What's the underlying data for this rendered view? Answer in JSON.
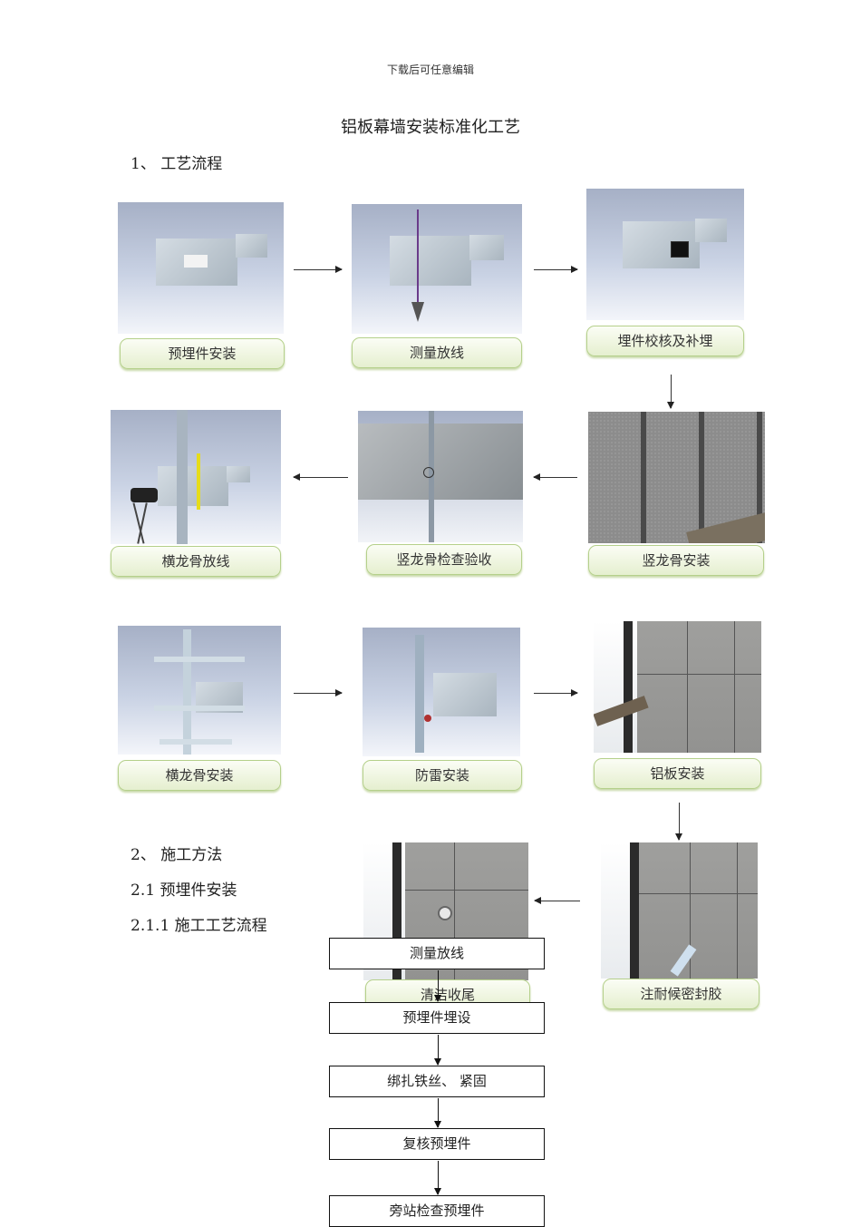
{
  "header": {
    "note": "下载后可任意编辑"
  },
  "title": "铝板幕墙安装标准化工艺",
  "sections": {
    "s1": "1、  工艺流程",
    "s2": "2、  施工方法",
    "s21": "2.1 预埋件安装",
    "s211": "2.1.1 施工工艺流程"
  },
  "process_steps": [
    {
      "label": "预埋件安装"
    },
    {
      "label": "测量放线"
    },
    {
      "label": "埋件校核及补埋"
    },
    {
      "label": "横龙骨放线"
    },
    {
      "label": "竖龙骨检查验收"
    },
    {
      "label": "竖龙骨安装"
    },
    {
      "label": "横龙骨安装"
    },
    {
      "label": "防雷安装"
    },
    {
      "label": "铝板安装"
    },
    {
      "label": "清洁收尾"
    },
    {
      "label": "注耐候密封胶"
    }
  ],
  "flowchart": [
    "测量放线",
    "预埋件埋设",
    "绑扎铁丝、 紧固",
    "复核预埋件",
    "旁站检查预埋件"
  ]
}
